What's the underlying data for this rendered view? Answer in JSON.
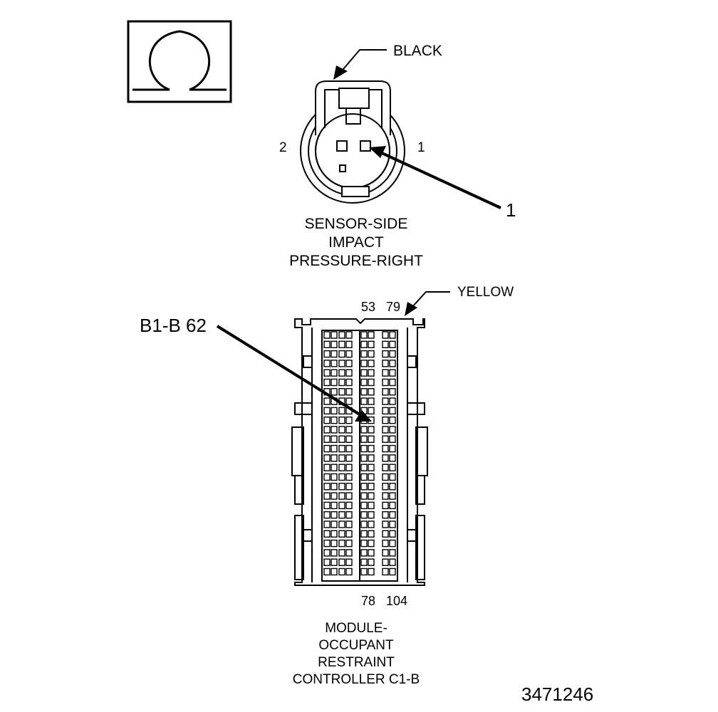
{
  "ohm_symbol": {
    "icon": "ohm-icon",
    "glyph": "Ω"
  },
  "connector_top": {
    "color_label": "BLACK",
    "pin_left_label": "2",
    "pin_right_label": "1",
    "callout_label": "1",
    "caption": [
      "SENSOR-SIDE",
      "IMPACT",
      "PRESSURE-RIGHT"
    ]
  },
  "connector_bottom": {
    "color_label": "YELLOW",
    "top_pin_labels": [
      "53",
      "79"
    ],
    "bottom_pin_labels": [
      "78",
      "104"
    ],
    "callout_label": "B1-B 62",
    "caption": [
      "MODULE-",
      "OCCUPANT",
      "RESTRAINT",
      "CONTROLLER C1-B"
    ]
  },
  "figure_number": "3471246"
}
